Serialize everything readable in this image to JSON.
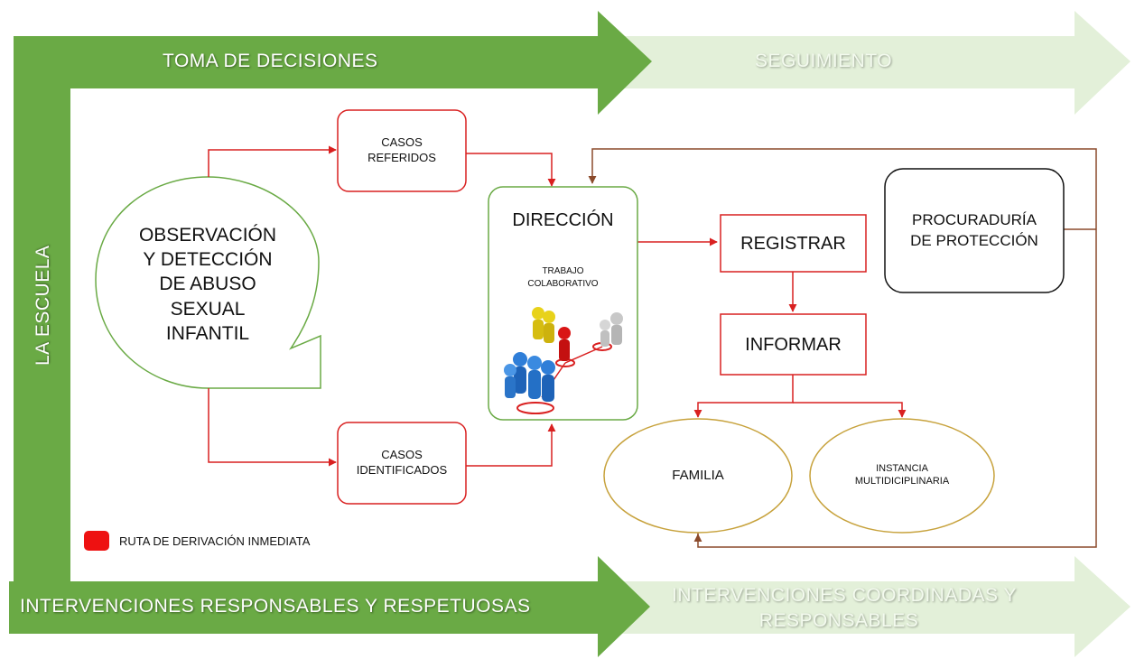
{
  "banners": {
    "top_left": "TOMA DE DECISIONES",
    "top_right": "SEGUIMIENTO",
    "left_vertical": "LA ESCUELA",
    "bottom_left": "INTERVENCIONES RESPONSABLES Y RESPETUOSAS",
    "bottom_right_line1": "INTERVENCIONES COORDINADAS Y",
    "bottom_right_line2": "RESPONSABLES"
  },
  "nodes": {
    "observacion": [
      "OBSERVACIÓN",
      "Y DETECCIÓN",
      "DE ABUSO",
      "SEXUAL",
      "INFANTIL"
    ],
    "casos_referidos": [
      "CASOS",
      "REFERIDOS"
    ],
    "casos_identificados": [
      "CASOS",
      "IDENTIFICADOS"
    ],
    "direccion_title": "DIRECCIÓN",
    "direccion_sub": [
      "TRABAJO",
      "COLABORATIVO"
    ],
    "registrar": "REGISTRAR",
    "informar": "INFORMAR",
    "procuraduria": [
      "PROCURADURÍA",
      "DE PROTECCIÓN"
    ],
    "familia": "FAMILIA",
    "instancia": [
      "INSTANCIA",
      "MULTIDICIPLINARIA"
    ]
  },
  "legend": {
    "label": "RUTA DE DERIVACIÓN INMEDIATA",
    "color": "#ee1111"
  },
  "colors": {
    "green_dark": "#6aaa45",
    "green_light": "#e3f0d9",
    "route_red": "#d92020",
    "follow_brown": "#8b4a2b",
    "oval_border": "#c7a23c"
  }
}
